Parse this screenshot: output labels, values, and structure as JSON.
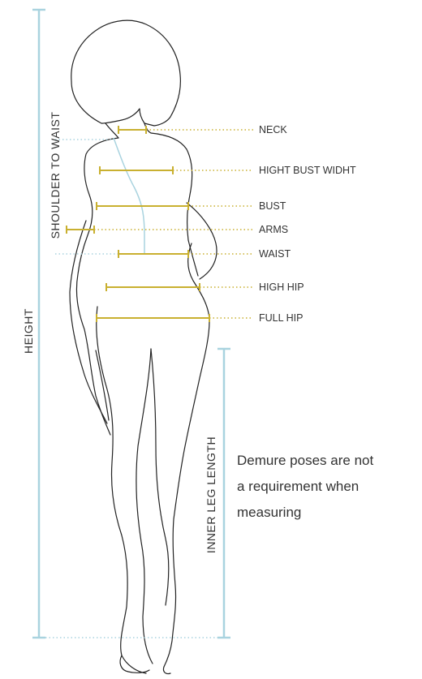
{
  "colors": {
    "measure_line": "#c9b030",
    "height_line": "#a9d3df",
    "outline": "#222222",
    "text": "#333333"
  },
  "measurements": [
    "NECK",
    "HIGHT BUST WIDHT",
    "BUST",
    "ARMS",
    "WAIST",
    "HIGH HIP",
    "FULL HIP"
  ],
  "vertical_labels": {
    "height": "HEIGHT",
    "shoulder_to_waist": "SHOULDER TO WAIST",
    "inner_leg_length": "INNER LEG LENGTH"
  },
  "note_lines": [
    "Demure poses are not",
    "a requirement when",
    "measuring"
  ]
}
